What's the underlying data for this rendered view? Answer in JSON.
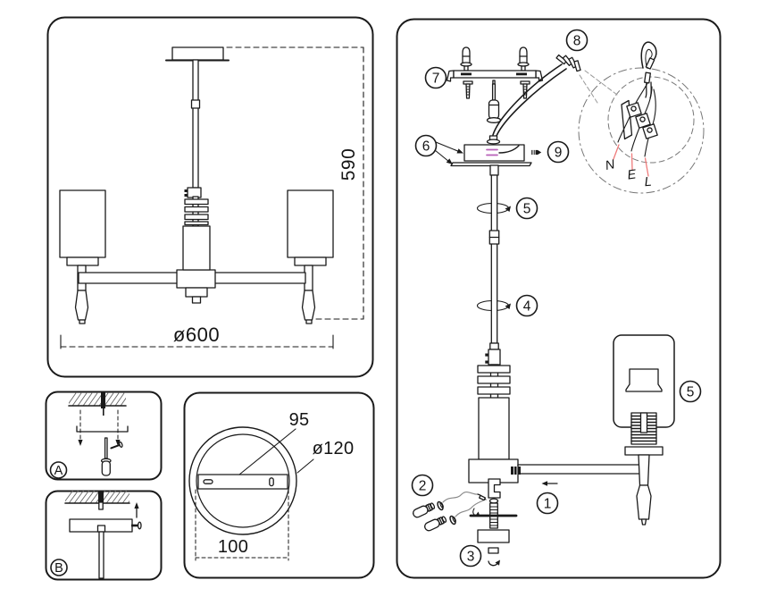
{
  "front_view": {
    "height_dim": "590",
    "diameter_dim": "ø600"
  },
  "mount_plate": {
    "slot_dim": "95",
    "plate_diameter_dim": "ø120",
    "spacing_dim": "100"
  },
  "steps": {
    "step_a_label": "A",
    "step_b_label": "B"
  },
  "assembly": {
    "callouts": {
      "arm": "1",
      "bulb": "2",
      "finial": "3",
      "rod_lower": "4",
      "rod_upper": "5",
      "shade": "5",
      "canopy": "6",
      "bracket": "7",
      "connector": "8",
      "screw": "9"
    },
    "wire_labels": {
      "neutral": "N",
      "earth": "E",
      "live": "L"
    }
  },
  "colors": {
    "line": "#1a1a1a",
    "terminal_magenta": "#b860b8",
    "wire_label_leader_red": "#ef7b7b",
    "wire_grey": "#8a8a8a"
  }
}
